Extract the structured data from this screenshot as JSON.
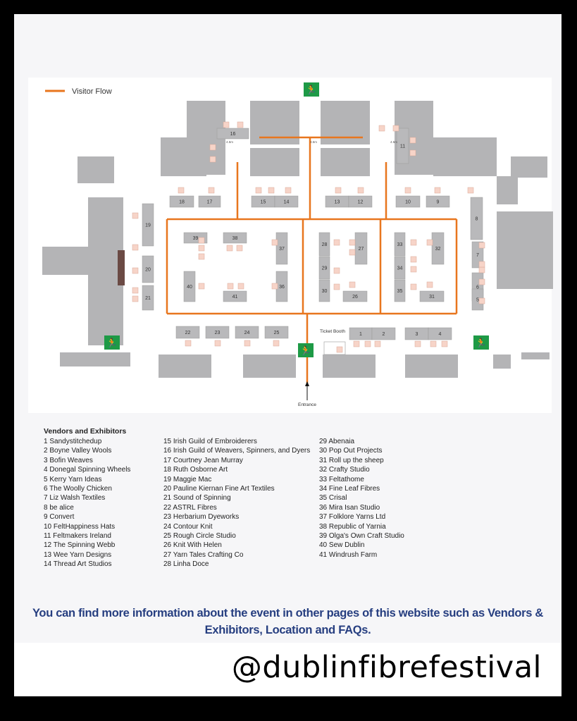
{
  "map": {
    "legend_label": "Visitor Flow",
    "entrance_label": "Entrance",
    "ticket_booth_label": "Ticket Booth",
    "dimension_labels": [
      "4.5m",
      "3.5m",
      "4.5m"
    ],
    "booths": [
      "1",
      "2",
      "3",
      "4",
      "5",
      "6",
      "7",
      "8",
      "9",
      "10",
      "11",
      "12",
      "13",
      "14",
      "15",
      "16",
      "17",
      "18",
      "19",
      "20",
      "21",
      "22",
      "23",
      "24",
      "25",
      "26",
      "27",
      "28",
      "29",
      "30",
      "31",
      "32",
      "33",
      "34",
      "35",
      "36",
      "37",
      "38",
      "39",
      "40",
      "41"
    ],
    "colors": {
      "flow": "#e8761e",
      "wall": "#b4b4b6",
      "booth": "#b9b9bb",
      "chair": "#f7d4c8",
      "exit": "#1e9a46"
    }
  },
  "vendors": {
    "title": "Vendors and Exhibitors",
    "columns": [
      [
        "1  Sandystitchedup",
        "2  Boyne Valley Wools",
        "3  Bofin Weaves",
        "4  Donegal Spinning Wheels",
        "5  Kerry Yarn Ideas",
        "6  The Woolly Chicken",
        "7  Liz Walsh Textiles",
        "8  be alice",
        "9  Convert",
        "10  FeltHappiness Hats",
        "11  Feltmakers Ireland",
        "12  The Spinning Webb",
        "13  Wee Yarn Designs",
        "14  Thread Art Studios"
      ],
      [
        "15  Irish Guild of Embroiderers",
        "16  Irish Guild of Weavers, Spinners, and Dyers",
        "17  Courtney Jean Murray",
        "18  Ruth Osborne Art",
        "19 Maggie Mac",
        "20 Pauline Kiernan Fine Art Textiles",
        "21 Sound of Spinning",
        "22 ASTRL Fibres",
        "23 Herbarium Dyeworks",
        "24 Contour Knit",
        "25 Rough Circle Studio",
        "26 Knit With Helen",
        "27 Yarn Tales Crafting Co",
        "28 Linha Doce"
      ],
      [
        "29 Abenaia",
        "30 Pop Out Projects",
        "31 Roll up the sheep",
        "32 Crafty Studio",
        "33 Feltathome",
        "34 Fine Leaf Fibres",
        "35 Crisal",
        "36 Mira Isan Studio",
        "37 Folklore Yarns Ltd",
        "38 Republic of Yarnia",
        "39  Olga's Own Craft Studio",
        "40 Sew Dublin",
        "41 Windrush Farm"
      ]
    ]
  },
  "info_text": "You can find more information about the event in other pages of this website such as Vendors & Exhibitors, Location and FAQs.",
  "handle": "@dublinfibrefestival"
}
